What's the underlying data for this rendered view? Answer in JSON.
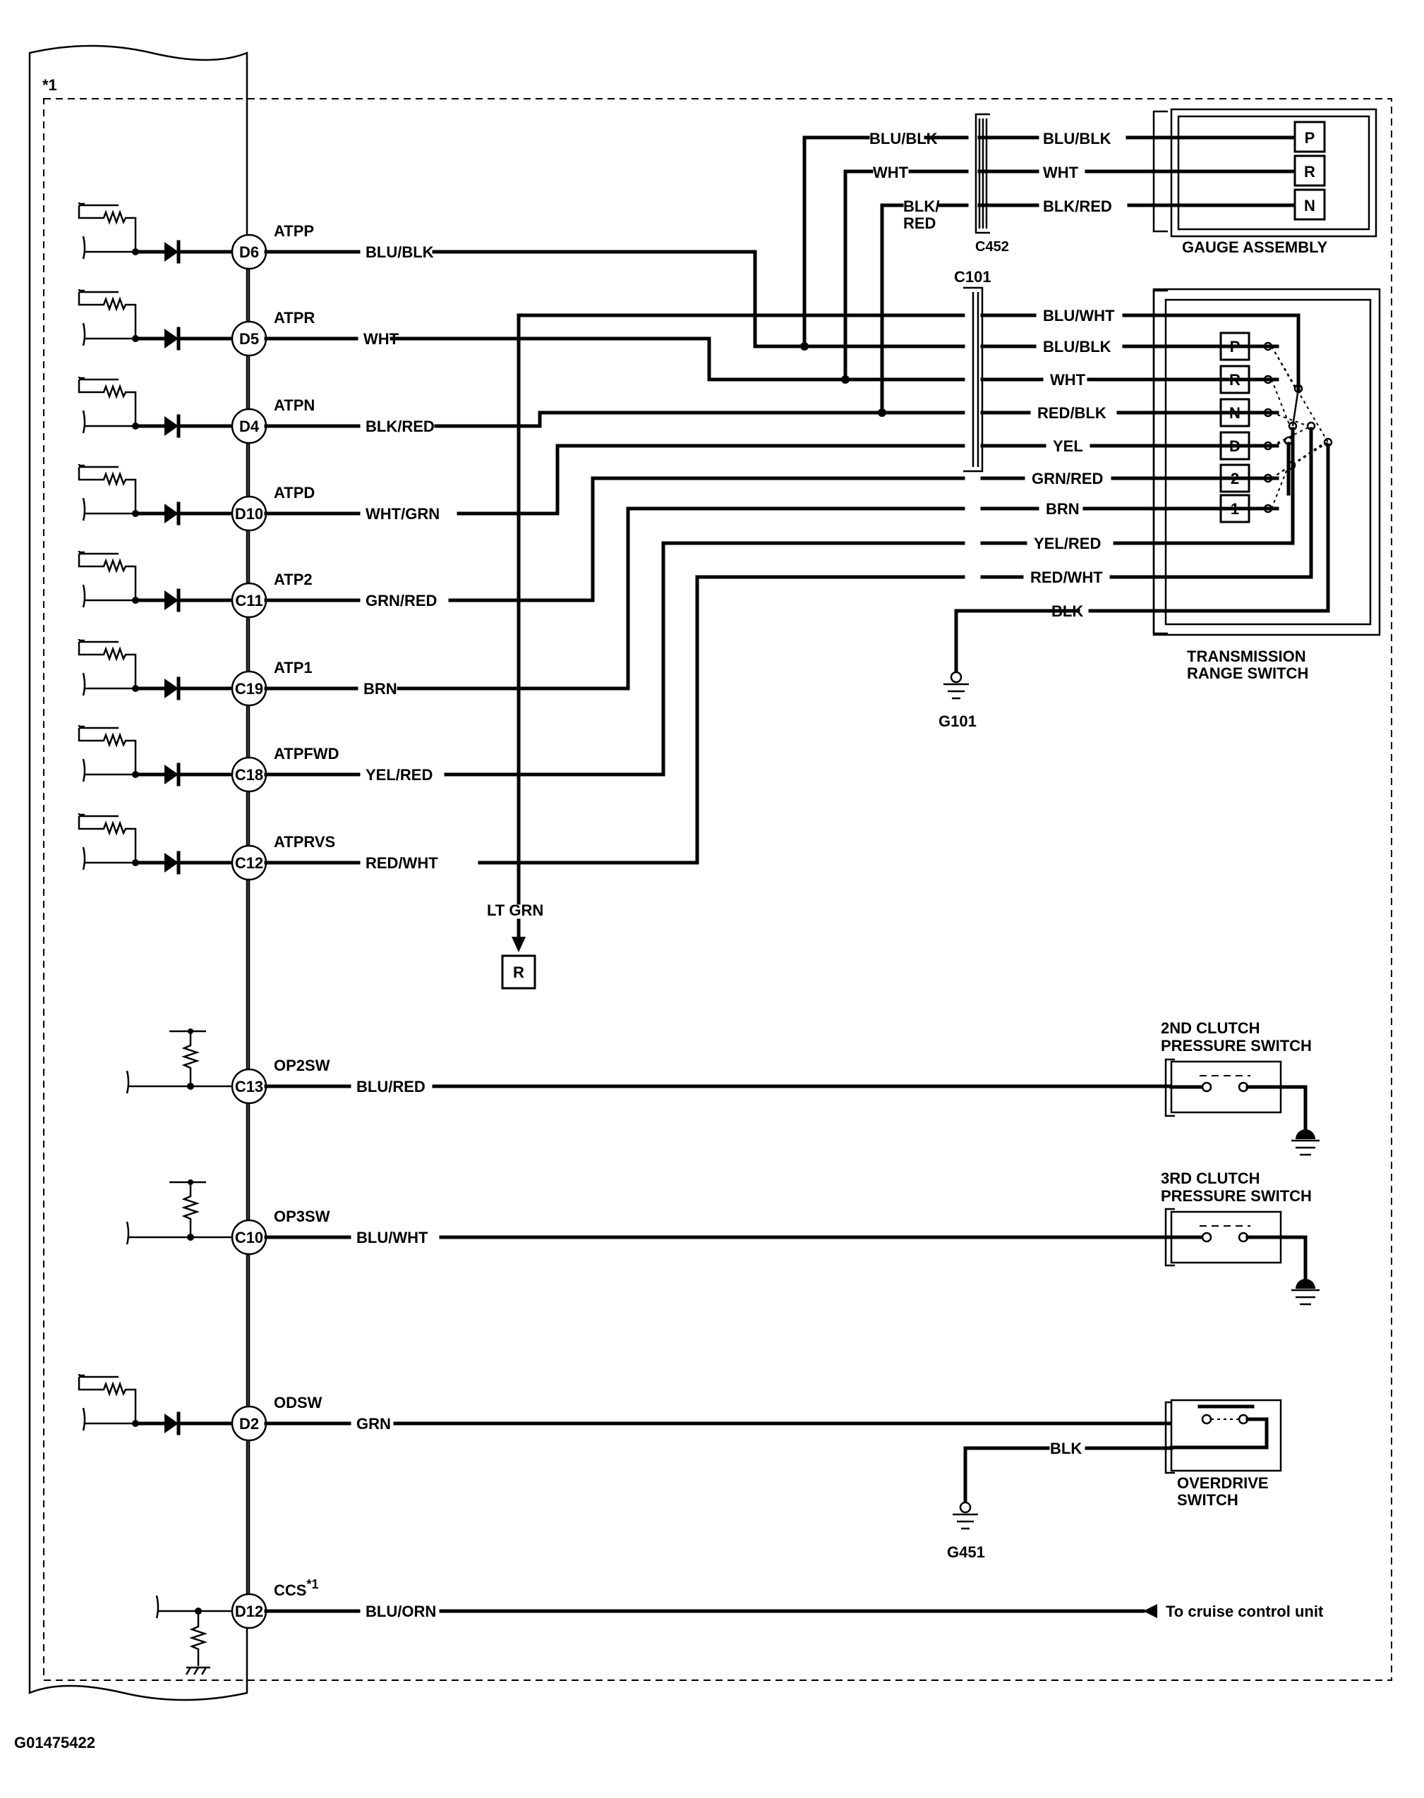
{
  "note_marker": "*1",
  "footer_code": "G01475422",
  "pins": [
    {
      "pin": "D6",
      "signal": "ATPP",
      "wire": "BLU/BLK",
      "type": "diode"
    },
    {
      "pin": "D5",
      "signal": "ATPR",
      "wire": "WHT",
      "type": "diode"
    },
    {
      "pin": "D4",
      "signal": "ATPN",
      "wire": "BLK/RED",
      "type": "diode"
    },
    {
      "pin": "D10",
      "signal": "ATPD",
      "wire": "WHT/GRN",
      "type": "diode"
    },
    {
      "pin": "C11",
      "signal": "ATP2",
      "wire": "GRN/RED",
      "type": "diode"
    },
    {
      "pin": "C19",
      "signal": "ATP1",
      "wire": "BRN",
      "type": "diode"
    },
    {
      "pin": "C18",
      "signal": "ATPFWD",
      "wire": "YEL/RED",
      "type": "diode"
    },
    {
      "pin": "C12",
      "signal": "ATPRVS",
      "wire": "RED/WHT",
      "type": "diode"
    },
    {
      "pin": "C13",
      "signal": "OP2SW",
      "wire": "BLU/RED",
      "type": "pullup"
    },
    {
      "pin": "C10",
      "signal": "OP3SW",
      "wire": "BLU/WHT",
      "type": "pullup"
    },
    {
      "pin": "D2",
      "signal": "ODSW",
      "wire": "GRN",
      "type": "diode"
    },
    {
      "pin": "D12",
      "signal": "CCS",
      "signal_note": "*1",
      "wire": "BLU/ORN",
      "type": "pulldown"
    }
  ],
  "c452": {
    "name": "C452",
    "left_wires": [
      "BLU/BLK",
      "WHT",
      "BLK/",
      "RED"
    ],
    "right_wires": [
      "BLU/BLK",
      "WHT",
      "BLK/RED"
    ]
  },
  "gauge_assembly": {
    "label": "GAUGE ASSEMBLY",
    "positions": [
      "P",
      "R",
      "N"
    ]
  },
  "c101": {
    "name": "C101",
    "wires": [
      "BLU/WHT",
      "BLU/BLK",
      "WHT",
      "RED/BLK",
      "YEL",
      "GRN/RED",
      "BRN",
      "YEL/RED",
      "RED/WHT",
      "BLK"
    ]
  },
  "transmission_range_switch": {
    "label_line1": "TRANSMISSION",
    "label_line2": "RANGE SWITCH",
    "positions": [
      "P",
      "R",
      "N",
      "D",
      "2",
      "1"
    ]
  },
  "grounds": {
    "g101": "G101",
    "g451": "G451"
  },
  "lt_grn": {
    "wire": "LT GRN",
    "connector": "R"
  },
  "clutch2": {
    "line1": "2ND CLUTCH",
    "line2": "PRESSURE SWITCH"
  },
  "clutch3": {
    "line1": "3RD CLUTCH",
    "line2": "PRESSURE SWITCH"
  },
  "overdrive": {
    "line1": "OVERDRIVE",
    "line2": "SWITCH",
    "ground_wire": "BLK"
  },
  "cruise": {
    "label": "To cruise control unit"
  }
}
